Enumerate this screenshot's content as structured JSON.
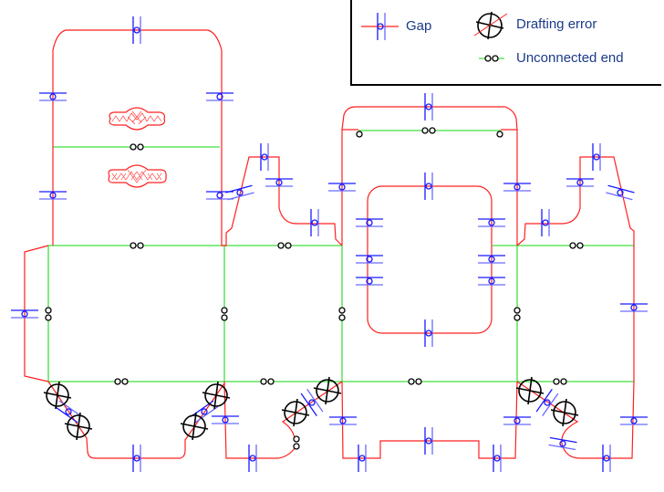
{
  "legend": {
    "gap_label": "Gap",
    "drafting_error_label": "Drafting error",
    "unconnected_end_label": "Unconnected end"
  },
  "colors": {
    "cut_line": "#ff2020",
    "crease_line": "#40e040",
    "gap_marker": "#1a1aff",
    "error_marker": "#000000",
    "legend_text": "#1a3a8a"
  }
}
